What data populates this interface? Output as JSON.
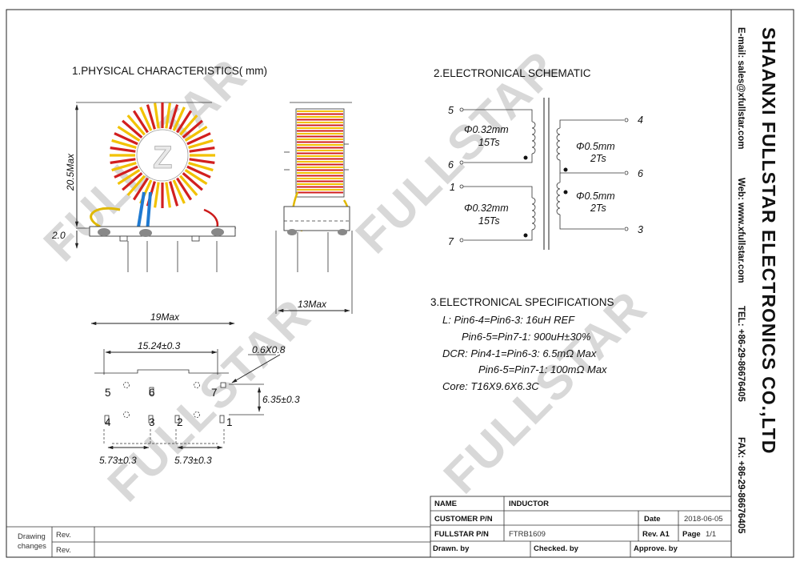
{
  "headings": {
    "physical": "1.PHYSICAL CHARACTERISTICS( mm)",
    "schematic": "2.ELECTRONICAL SCHEMATIC",
    "specs": "3.ELECTRONICAL  SPECIFICATIONS"
  },
  "physical": {
    "height_label": "20.5Max",
    "pin_label": "2.0",
    "width_label": "19Max",
    "side_width_label": "13Max",
    "pin_spacing_label": "15.24±0.3",
    "pin_diameter_label": "0.6X0.8",
    "row_spacing_label": "6.35±0.3",
    "pair_spacing_left": "5.73±0.3",
    "pair_spacing_right": "5.73±0.3",
    "pins": [
      "5",
      "6",
      "7",
      "4",
      "3",
      "2",
      "1"
    ]
  },
  "schematic": {
    "pins": [
      "5",
      "6",
      "1",
      "7",
      "4",
      "6",
      "3"
    ],
    "winding1": {
      "wire": "Φ0.32mm",
      "turns": "15Ts"
    },
    "winding2": {
      "wire": "Φ0.32mm",
      "turns": "15Ts"
    },
    "winding3": {
      "wire": "Φ0.5mm",
      "turns": "2Ts"
    },
    "winding4": {
      "wire": "Φ0.5mm",
      "turns": "2Ts"
    }
  },
  "specs": [
    "L: Pin6-4=Pin6-3:  16uH REF",
    "Pin6-5=Pin7-1:  900uH±30%",
    "DCR: Pin4-1=Pin6-3:  6.5mΩ  Max",
    "Pin6-5=Pin7-1:  100mΩ  Max",
    "Core:  T16X9.6X6.3C"
  ],
  "watermark": "FULLSTAR",
  "title_block": {
    "name_label": "NAME",
    "name_value": "INDUCTOR",
    "customer_label": "CUSTOMER P/N",
    "fullstar_label": "FULLSTAR P/N",
    "fullstar_value": "FTRB1609",
    "date_label": "Date",
    "date_value": "2018-06-05",
    "rev_label": "Rev. A1",
    "page_label": "Page",
    "page_value": "1/1",
    "drawn_label": "Drawn. by",
    "checked_label": "Checked. by",
    "approve_label": "Approve. by"
  },
  "revision": {
    "drawing_label": "Drawing",
    "changes_label": "changes",
    "rev1": "Rev.",
    "rev2": "Rev."
  },
  "company": {
    "name": "SHAANXI FULLSTAR ELECTRONICS CO.,LTD",
    "email": "E-mail: sales@xfullstar.com",
    "web": "Web: www.xfullstar.com",
    "tel": "TEL: +86-29-86676405",
    "fax": "FAX: +86-29-86676405"
  }
}
